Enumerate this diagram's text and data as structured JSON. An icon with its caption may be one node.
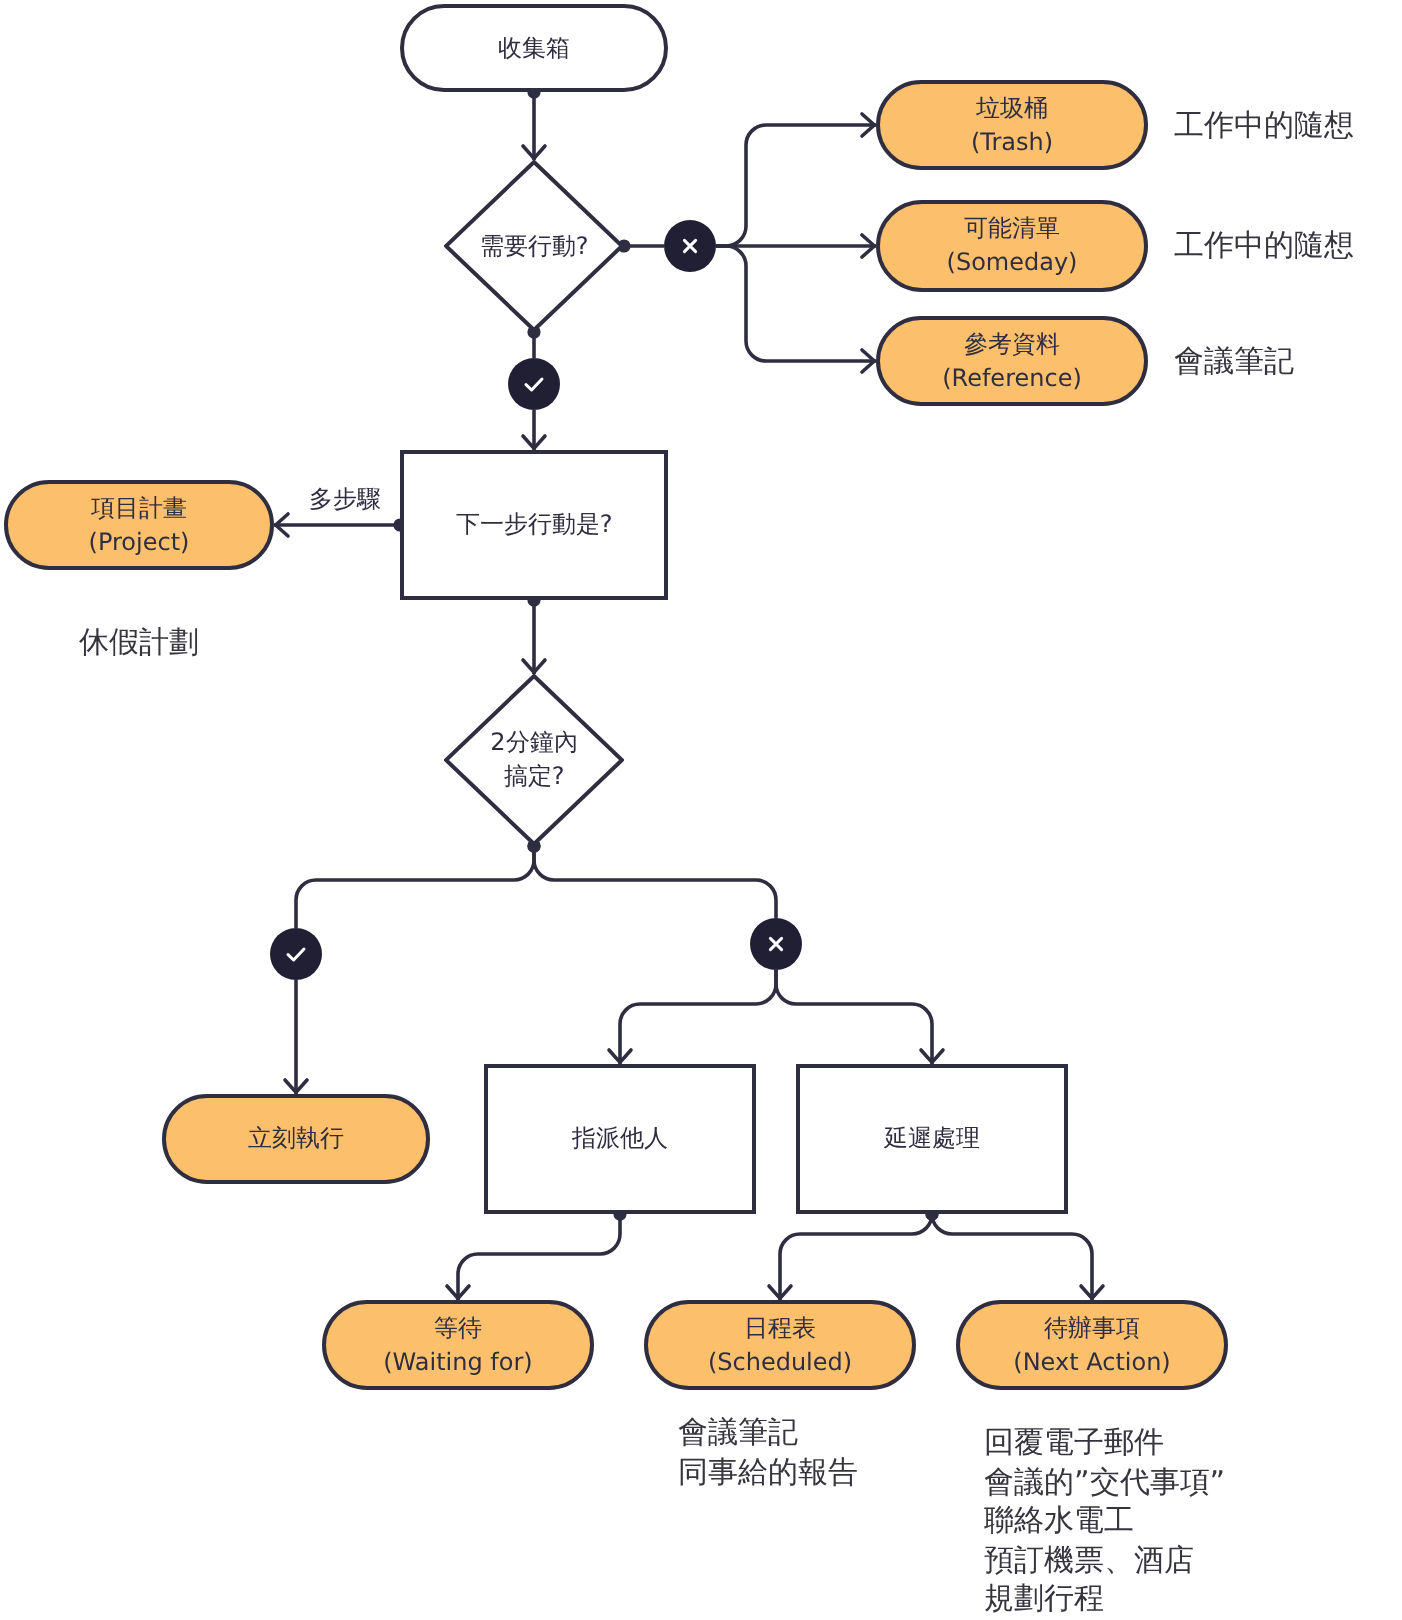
{
  "diagram": {
    "nodes": [
      {
        "text": [
          "收集箱"
        ]
      },
      {
        "text": [
          "需要行動?"
        ]
      },
      {
        "text": [],
        "shape": "circle"
      },
      {
        "text": [
          "垃圾桶",
          "(Trash)"
        ],
        "beside": [
          "工作中的隨想"
        ]
      },
      {
        "text": [
          "可能清單",
          "(Someday)"
        ],
        "beside": [
          "工作中的隨想"
        ]
      },
      {
        "text": [
          "參考資料",
          "(Reference)"
        ],
        "beside": [
          "會議筆記"
        ]
      },
      {
        "text": [],
        "shape": "circle"
      },
      {
        "text": [
          "下一步行動是?"
        ]
      },
      {
        "text": [
          "項目計畫",
          "(Project)"
        ],
        "beside": [
          "休假計劃"
        ]
      },
      {
        "text": [
          "2分鐘內搞定?"
        ]
      },
      {
        "text": [],
        "shape": "circle"
      },
      {
        "text": [],
        "shape": "circle"
      },
      {
        "text": [
          "立刻執行"
        ]
      },
      {
        "text": [
          "指派他人"
        ]
      },
      {
        "text": [
          "延遲處理"
        ]
      },
      {
        "text": [
          "等待",
          "(Waiting for)"
        ]
      },
      {
        "text": [
          "日程表",
          "(Scheduled)"
        ],
        "beside": [
          "會議筆記",
          "同事給的報告"
        ]
      },
      {
        "text": [
          "待辦事項",
          "(Next Action)"
        ],
        "beside": [
          "回覆電子郵件",
          "會議的”交代事項”",
          "聯絡水電工",
          "預訂機票、酒店",
          "規劃行程"
        ]
      }
    ],
    "edges": [
      {
        "from": 0,
        "to": 1,
        "arrow": "to"
      },
      {
        "from": 1,
        "to": 2,
        "arrow": "other"
      },
      {
        "from": 2,
        "to": 3,
        "arrow": "to"
      },
      {
        "from": 2,
        "to": 4,
        "arrow": "to"
      },
      {
        "from": 2,
        "to": 5,
        "arrow": "to"
      },
      {
        "from": 1,
        "to": 6,
        "arrow": "other"
      },
      {
        "from": 6,
        "to": 7,
        "arrow": "to"
      },
      {
        "from": 7,
        "to": 8,
        "arrow": "to",
        "label": "多步驟"
      },
      {
        "from": 7,
        "to": 9,
        "arrow": "to"
      },
      {
        "from": 9,
        "to": 10,
        "arrow": "other"
      },
      {
        "from": 9,
        "to": 11,
        "arrow": "other"
      },
      {
        "from": 10,
        "to": 12,
        "arrow": "to"
      },
      {
        "from": 11,
        "to": 13,
        "arrow": "to"
      },
      {
        "from": 11,
        "to": 14,
        "arrow": "to"
      },
      {
        "from": 13,
        "to": 15,
        "arrow": "to"
      },
      {
        "from": 14,
        "to": 16,
        "arrow": "to"
      },
      {
        "from": 14,
        "to": 17,
        "arrow": "to"
      }
    ]
  }
}
